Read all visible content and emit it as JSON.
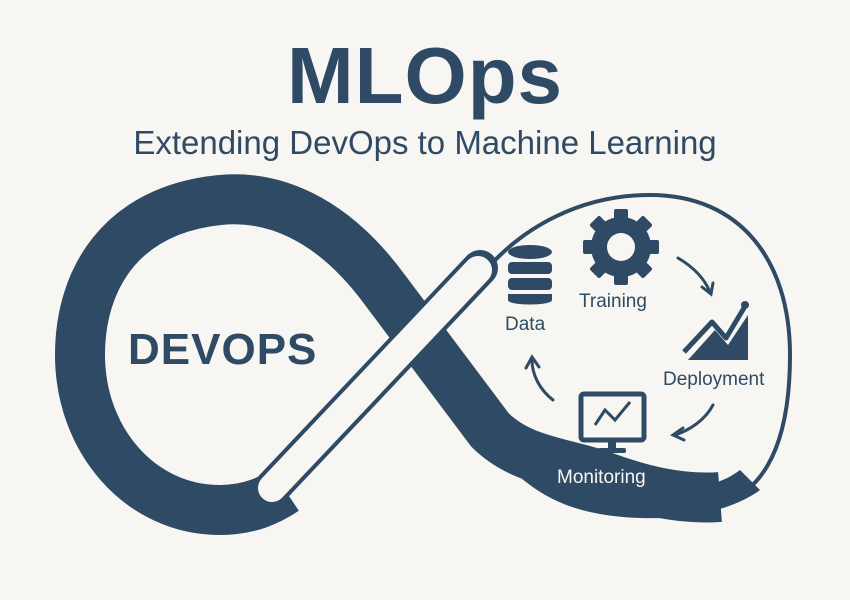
{
  "title": "MLOps",
  "subtitle": "Extending DevOps to Machine Learning",
  "left_loop": {
    "label": "DEVOPS"
  },
  "right_loop": {
    "stages": [
      {
        "label": "Data",
        "icon": "database-icon"
      },
      {
        "label": "Training",
        "icon": "gear-icon"
      },
      {
        "label": "Deployment",
        "icon": "chart-growth-icon"
      },
      {
        "label": "Monitoring",
        "icon": "monitor-chart-icon"
      }
    ]
  },
  "colors": {
    "primary": "#2f4a64",
    "background": "#f8f6f2"
  }
}
